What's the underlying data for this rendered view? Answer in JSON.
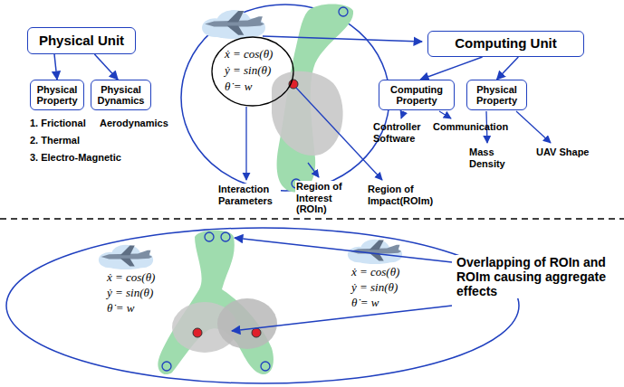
{
  "diagram": {
    "nodes": [
      {
        "text": [
          "Physical Unit"
        ]
      },
      {
        "text": [
          "Computing Unit"
        ]
      },
      {
        "text": [
          "Physical Property"
        ]
      },
      {
        "text": [
          "Physical Dynamics"
        ]
      },
      {
        "text": [
          "Computing Property"
        ]
      },
      {
        "text": [
          "Physical Property"
        ]
      }
    ],
    "edges": [
      {
        "from": 0,
        "to": 2,
        "arrow": "to"
      },
      {
        "from": 0,
        "to": 3,
        "arrow": "to"
      },
      {
        "from": 1,
        "to": 4,
        "arrow": "to"
      },
      {
        "from": 1,
        "to": 5,
        "arrow": "to"
      }
    ],
    "labels": [
      "1. Frictional",
      "2. Thermal",
      "3. Electro-Magnetic",
      "Aerodynamics",
      "ẋ = cos(θ)",
      "ẏ = sin(θ)",
      "θ̇ = w",
      "Interaction Parameters",
      "Region of Interest (ROIn)",
      "Region of Impact(ROIm)",
      "Controller Software",
      "Communication",
      "Mass Density",
      "UAV Shape",
      "ẋ = cos(θ)",
      "ẏ = sin(θ)",
      "θ̇ = w",
      "ẋ = cos(θ)",
      "ẏ = sin(θ)",
      "θ̇ = w",
      "Overlapping of ROIn and ROIm causing aggregate effects"
    ]
  }
}
